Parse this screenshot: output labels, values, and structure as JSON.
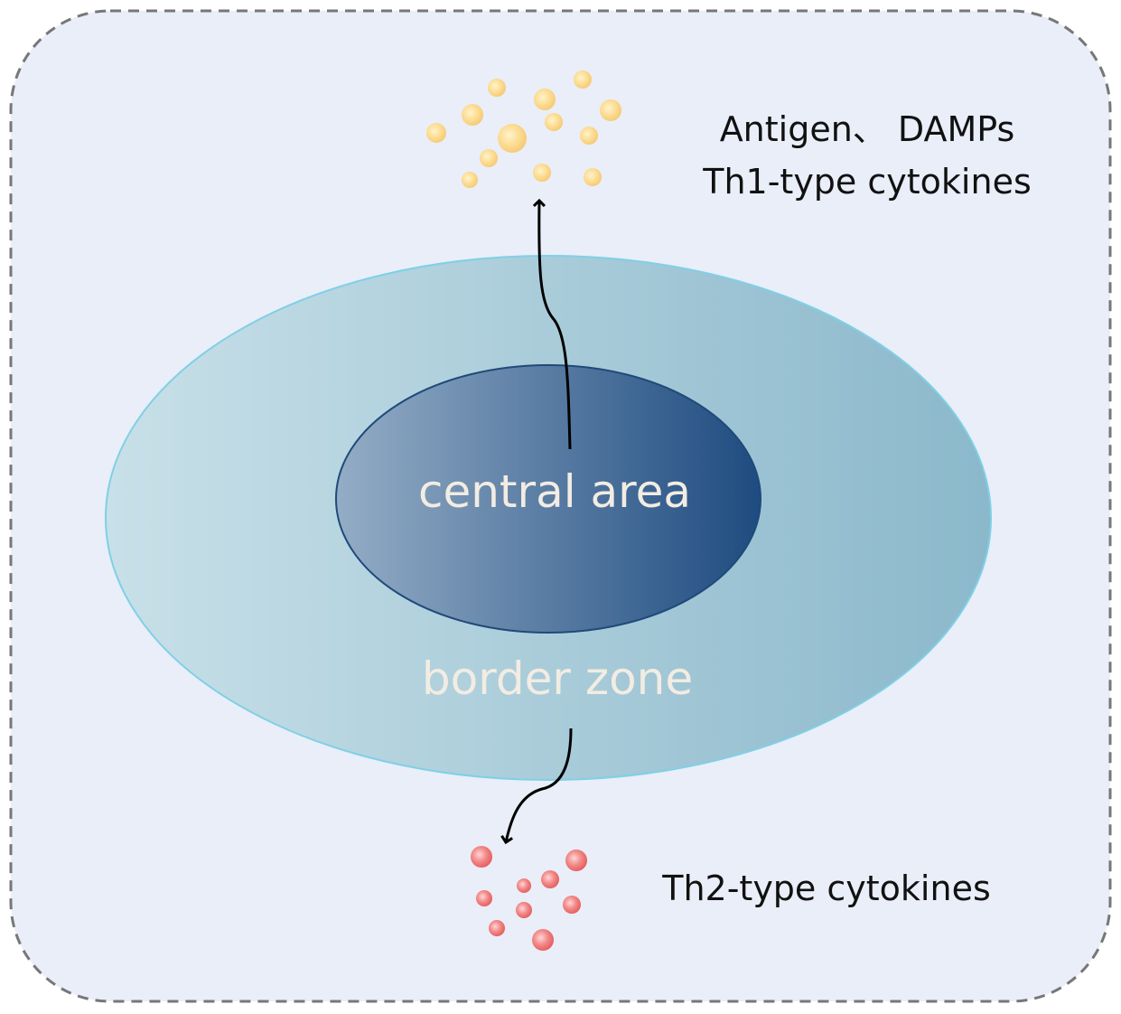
{
  "labels": {
    "top_line1": "Antigen、 DAMPs",
    "top_line2": "Th1-type cytokines",
    "bottom": "Th2-type cytokines",
    "central": "central area",
    "border": "border zone"
  },
  "colors": {
    "background_panel": "#e9eef8",
    "panel_border": "#777777",
    "outer_ellipse_light": "#c6dee6",
    "outer_ellipse_dark": "#8bb8cb",
    "outer_ellipse_stroke": "#7fd0e6",
    "inner_ellipse_light": "#8fa9c4",
    "inner_ellipse_dark": "#1f4c80",
    "inner_ellipse_stroke": "#1f4a7a",
    "yellow_particle": "#fbd98a",
    "red_particle": "#ee6b6b",
    "text_dark": "#111111",
    "text_light": "#f2ece2"
  }
}
